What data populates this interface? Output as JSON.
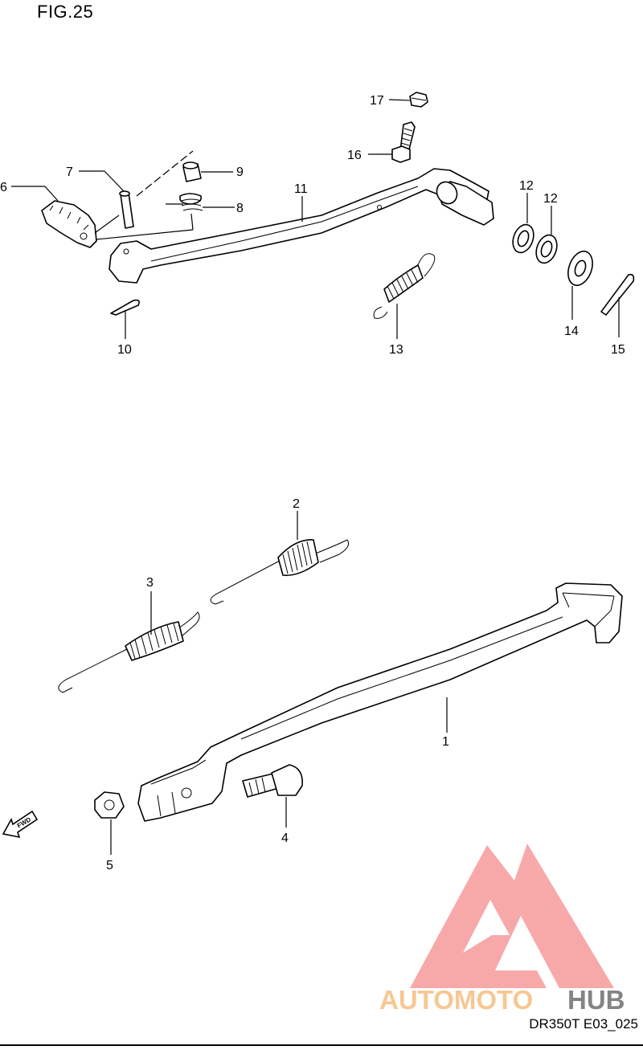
{
  "figure_title": "FIG.25",
  "figure_code": "DR350T E03_025",
  "fwd_arrow_label": "FWD",
  "watermark": {
    "part1": "AUTOMOTO",
    "part2": "HUB",
    "color_primary": "#f7a2a2",
    "color_secondary": "#f7c38a",
    "color_dark": "#7a7a7a"
  },
  "callouts": {
    "n1": "1",
    "n2": "2",
    "n3": "3",
    "n4": "4",
    "n5": "5",
    "n6": "6",
    "n7": "7",
    "n8": "8",
    "n9": "9",
    "n10": "10",
    "n11": "11",
    "n12a": "12",
    "n12b": "12",
    "n13": "13",
    "n14": "14",
    "n15": "15",
    "n16": "16",
    "n17": "17"
  }
}
